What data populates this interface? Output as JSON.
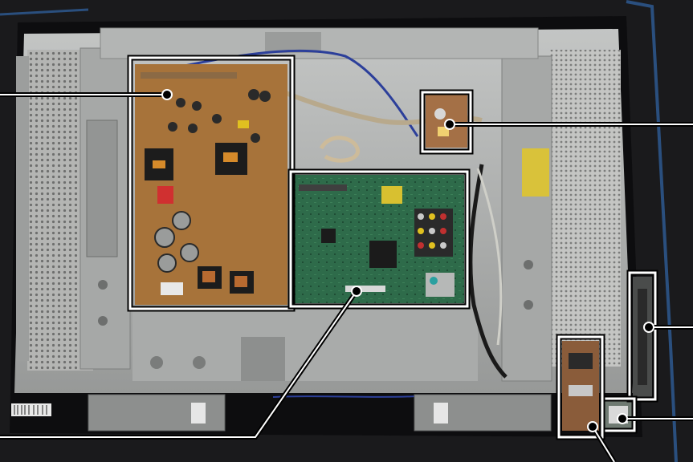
{
  "photo": {
    "subject": "tv-chassis-rear-board-locations",
    "colors": {
      "mat": "#1a1a1c",
      "mat_stripe": "#2a4f7e",
      "frame": "#0d0d0f",
      "metal_light": "#b9bbb9",
      "metal_mid": "#8e908f",
      "metal_dark": "#5f6160",
      "power_pcb": "#a7733a",
      "main_pcb": "#2e6b4a",
      "callout": "#ffffff",
      "callout_outline": "#000000"
    },
    "callouts": [
      {
        "name": "power-board-callout"
      },
      {
        "name": "small-board-callout"
      },
      {
        "name": "main-board-callout"
      },
      {
        "name": "right-panel-callout"
      },
      {
        "name": "ir-board-callout"
      },
      {
        "name": "keyboard-callout"
      }
    ]
  }
}
